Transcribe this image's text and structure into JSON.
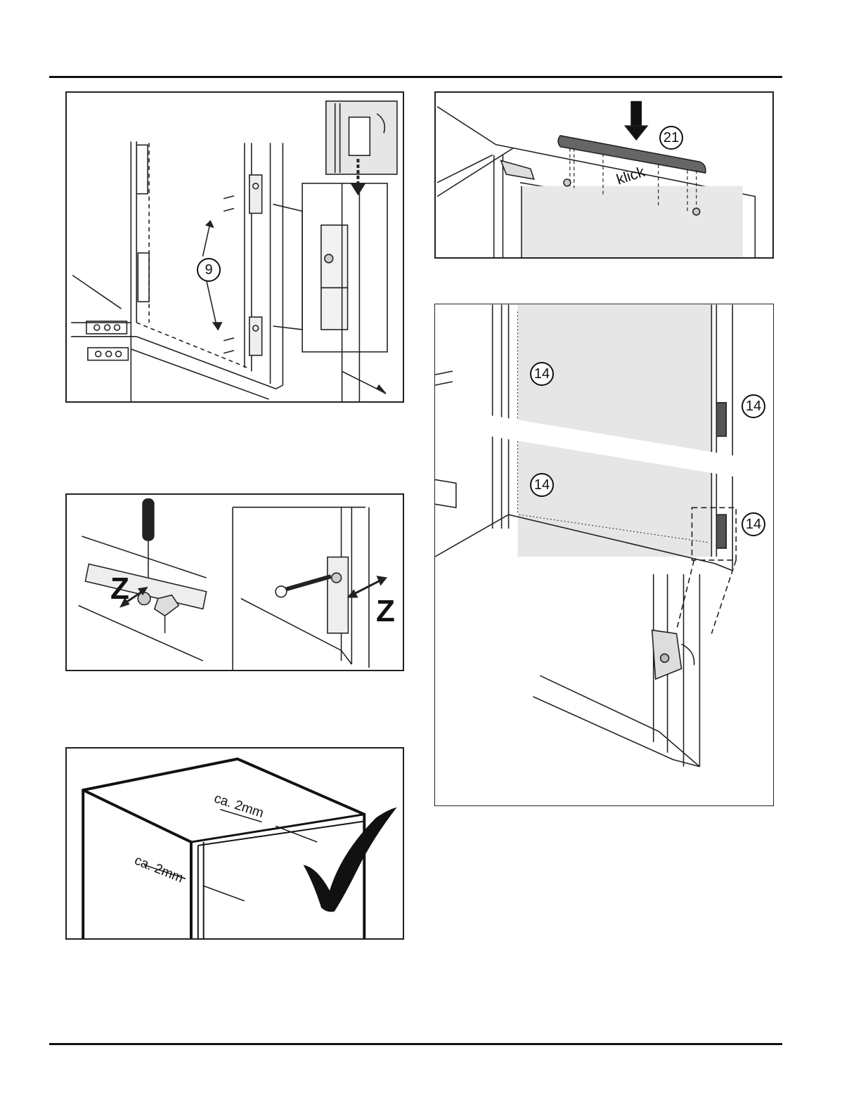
{
  "figure1": {
    "callout": "9"
  },
  "figure2": {
    "left_letter": "Z",
    "right_letter": "Z"
  },
  "figure3": {
    "gap_top": "ca. 2mm",
    "gap_side": "ca. 2mm"
  },
  "figure4": {
    "callout": "21",
    "sound_label": "klick"
  },
  "figure5": {
    "callouts": [
      "14",
      "14",
      "14",
      "14"
    ]
  },
  "icons": {
    "check": "check-mark-icon",
    "arrow": "arrow-down-icon"
  }
}
